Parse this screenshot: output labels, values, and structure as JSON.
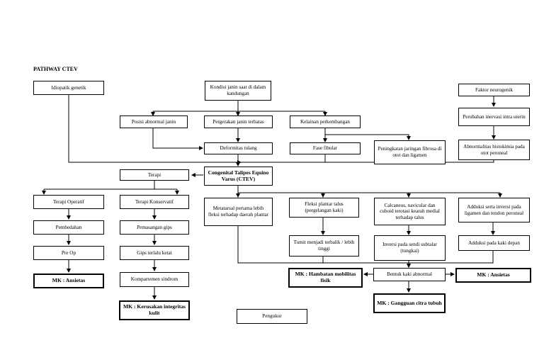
{
  "title": "PATHWAY CTEV",
  "nodes": {
    "idiopatik": "Idiopatik genetik",
    "kondisi": "Kondisi janin saat di dalam kandungan",
    "neurogenik": "Faktor neurogenik",
    "posisi": "Posisi abnormal janin",
    "pergerakan": "Pergerakan janin terbatas",
    "kelainan": "Kelainan perkembangan",
    "inervasi": "Perubahan inervasi intra uterin",
    "deformitas": "Deformitas tulang",
    "fase": "Fase fibular",
    "peningkatan": "Peningkatan jaringan fibrosa di otot dan ligamen",
    "histokimia": "Abnormalitas histokimia pada otot peroneal",
    "terapi": "Terapi",
    "ctev": "Congenital Talipes Equino Varus (CTEV)",
    "operatif": "Terapi Operatif",
    "konservatif": "Terapi Konservatif",
    "metatarsal": "Metatarsal pertama lebih fleksi terhadap daerah plantar",
    "fleksi": "Fleksi plantar talus (pergelangan kaki)",
    "calcaneus": "Calcaneus, navicular dan cuboid terotasi kearah medial terhadap talus",
    "adduksi_inversi": "Adduksi serta inversi pada ligamen dan tendon peroneal",
    "pembedahan": "Pembedahan",
    "gips": "Pemasangan gips",
    "preop": "Pre Op",
    "gips_ketat": "Gips terlalu ketat",
    "tumit": "Tumit menjadi terbalik / lebih tinggi",
    "inversi_sendi": "Inversi pada sendi subtalar (tungkai)",
    "adduksi_kaki": "Adduksi pada kaki depan",
    "mk_ansietas_1": "MK : Ansietas",
    "kompartemen": "Kompartemen sindrom",
    "mk_hambatan": "MK : Hambatan mobilitas fisik",
    "bentuk": "Bentuk kaki abnormal",
    "mk_ansietas_2": "MK : Ansietas",
    "mk_kerusakan": "MK : Kerusakan integritas kulit",
    "mk_gangguan": "MK : Gangguan citra tubuh",
    "pengukur": "Pengukur"
  }
}
